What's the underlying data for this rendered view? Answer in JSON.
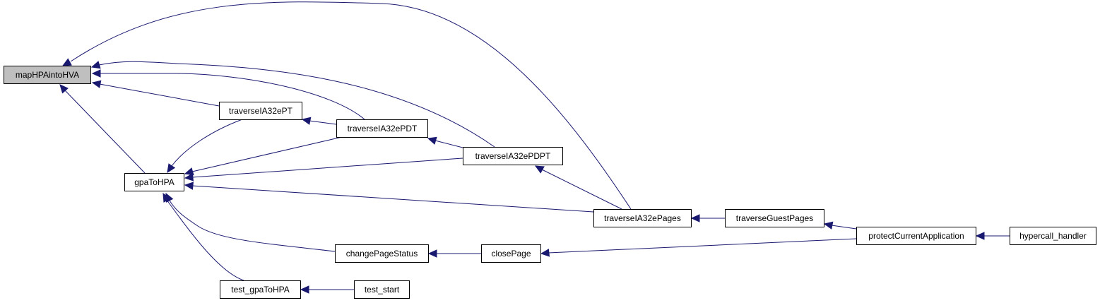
{
  "graph": {
    "nodes": {
      "mapHPAintoHVA": "mapHPAintoHVA",
      "gpaToHPA": "gpaToHPA",
      "traverseIA32ePT": "traverseIA32ePT",
      "traverseIA32ePDT": "traverseIA32ePDT",
      "traverseIA32ePDPT": "traverseIA32ePDPT",
      "traverseIA32ePages": "traverseIA32ePages",
      "traverseGuestPages": "traverseGuestPages",
      "protectCurrentApplication": "protectCurrentApplication",
      "hypercall_handler": "hypercall_handler",
      "changePageStatus": "changePageStatus",
      "closePage": "closePage",
      "test_gpaToHPA": "test_gpaToHPA",
      "test_start": "test_start"
    },
    "colors": {
      "edge": "#191970",
      "root_fill": "#bfbfbf",
      "node_fill": "#ffffff",
      "border": "#000000"
    }
  }
}
